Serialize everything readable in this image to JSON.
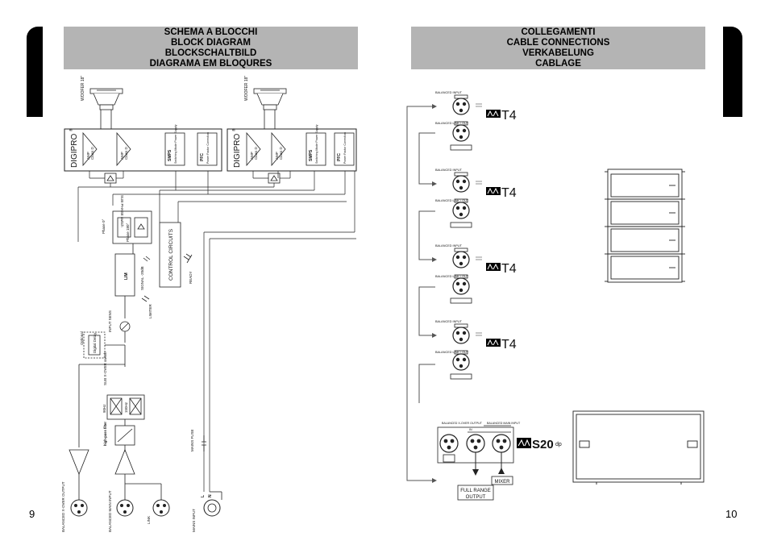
{
  "left_page": {
    "header_lines": [
      "SCHEMA A BLOCCHI",
      "BLOCK DIAGRAM",
      "BLOCKSCHALTBILD",
      "DIAGRAMA EM BLOQURES"
    ],
    "page_number": "9"
  },
  "right_page": {
    "header_lines": [
      "COLLEGAMENTI",
      "CABLE CONNECTIONS",
      "VERKABELUNG",
      "CABLAGE"
    ],
    "page_number": "10"
  },
  "block_diagram": {
    "woofer_label": "WOOFER 18\"",
    "module_brand": "DIGIPRO",
    "registered": "®",
    "amp_label": "AMP",
    "amp_class": "Class D",
    "smps_label": "SMPS",
    "smps_desc": "Switching Mode Power Supply",
    "pfc_label": "PFC",
    "pfc_desc": "Power Factor Correction",
    "sub_phase_switch": "SUB PHASE switch",
    "phase_0": "Phase 0°",
    "phase_180": "Phase 180°",
    "lim": "LIM",
    "signal": "SIGNAL -20dB",
    "limiter": "LIMITER",
    "input_sens": "INPUT SENS",
    "control_circuits": "CONTROL CIRCUITS",
    "ready": "READY",
    "optional": "Optional",
    "digital_delay": "Digital Delay",
    "sub_xover_switch": "SUB X-OVER switch",
    "freq_90": "90Hz",
    "freq_150": "150Hz",
    "high_pass": "high-pass filter",
    "mains_fuse": "MAINS FUSE",
    "balanced_xover_output": "BALANCED X-OVER OUTPUT",
    "balanced_main_input": "BALANCED MAIN INPUT",
    "link": "LINK",
    "mains_input": "MAINS INPUT",
    "l": "L",
    "n": "N"
  },
  "cable_diagram": {
    "balanced_input": "BALANCED INPUT",
    "balanced_link_out": "BALANCED LINK / OUT",
    "t4_logo": "T4",
    "s20_logo": "S20",
    "s20_suffix": "dp",
    "sub_balanced_xover_output": "BALANCED X-OVER OUTPUT",
    "sub_balanced_main_input": "BALANCED MAIN INPUT",
    "in_label": "IN",
    "full_range_output": "FULL RANGE OUTPUT",
    "mixer": "MIXER"
  }
}
